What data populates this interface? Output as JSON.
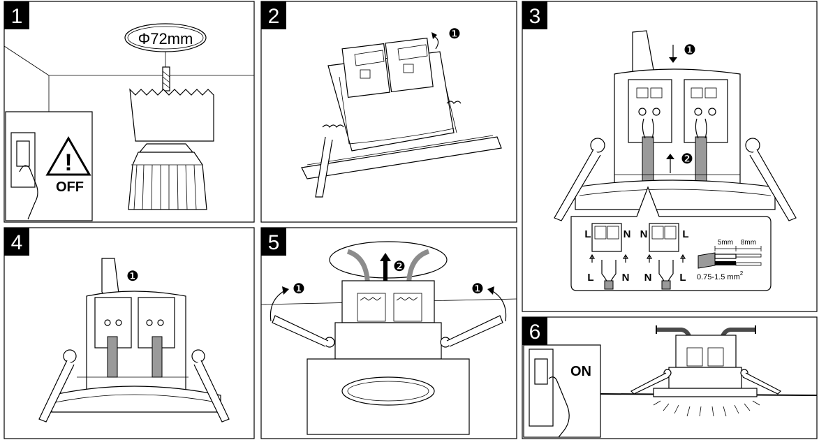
{
  "steps": [
    {
      "number": "1",
      "callout": "Φ72mm",
      "warning": "OFF"
    },
    {
      "number": "2",
      "marker": "❶"
    },
    {
      "number": "3",
      "markers": [
        "❶",
        "❷"
      ],
      "terminal_left": {
        "left": "L",
        "right": "N"
      },
      "terminal_right": {
        "left": "N",
        "right": "L"
      },
      "strip_lengths": [
        "5mm",
        "8mm"
      ],
      "wire_size": "0.75-1.5 mm",
      "wire_size_sup": "2",
      "wire_left": {
        "left": "L",
        "right": "N"
      },
      "wire_right": {
        "left": "N",
        "right": "L"
      }
    },
    {
      "number": "4",
      "marker": "❶"
    },
    {
      "number": "5",
      "markers": [
        "❶",
        "❷",
        "❶"
      ]
    },
    {
      "number": "6",
      "switch_label": "ON"
    }
  ],
  "colors": {
    "ink": "#000000",
    "wire_grey": "#8c8c8c",
    "wire_dark": "#4a4a4a"
  }
}
